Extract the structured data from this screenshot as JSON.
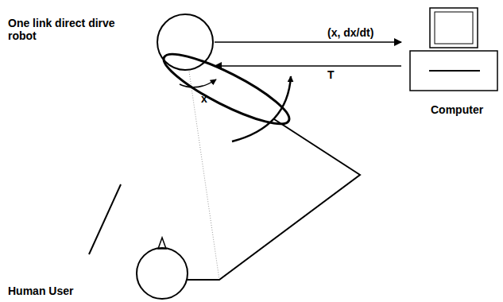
{
  "diagram": {
    "nodes": [
      {
        "text": [
          "One link direct dirve robot"
        ]
      },
      {
        "text": [
          "Computer"
        ]
      },
      {
        "text": [
          "Human User"
        ]
      }
    ],
    "edges": [
      {
        "from": 0,
        "to": 1,
        "label": "(x, dx/dt)",
        "arrow": "to"
      },
      {
        "from": 1,
        "to": 0,
        "label": "T",
        "arrow": "to"
      }
    ],
    "labels": [
      "x"
    ]
  }
}
